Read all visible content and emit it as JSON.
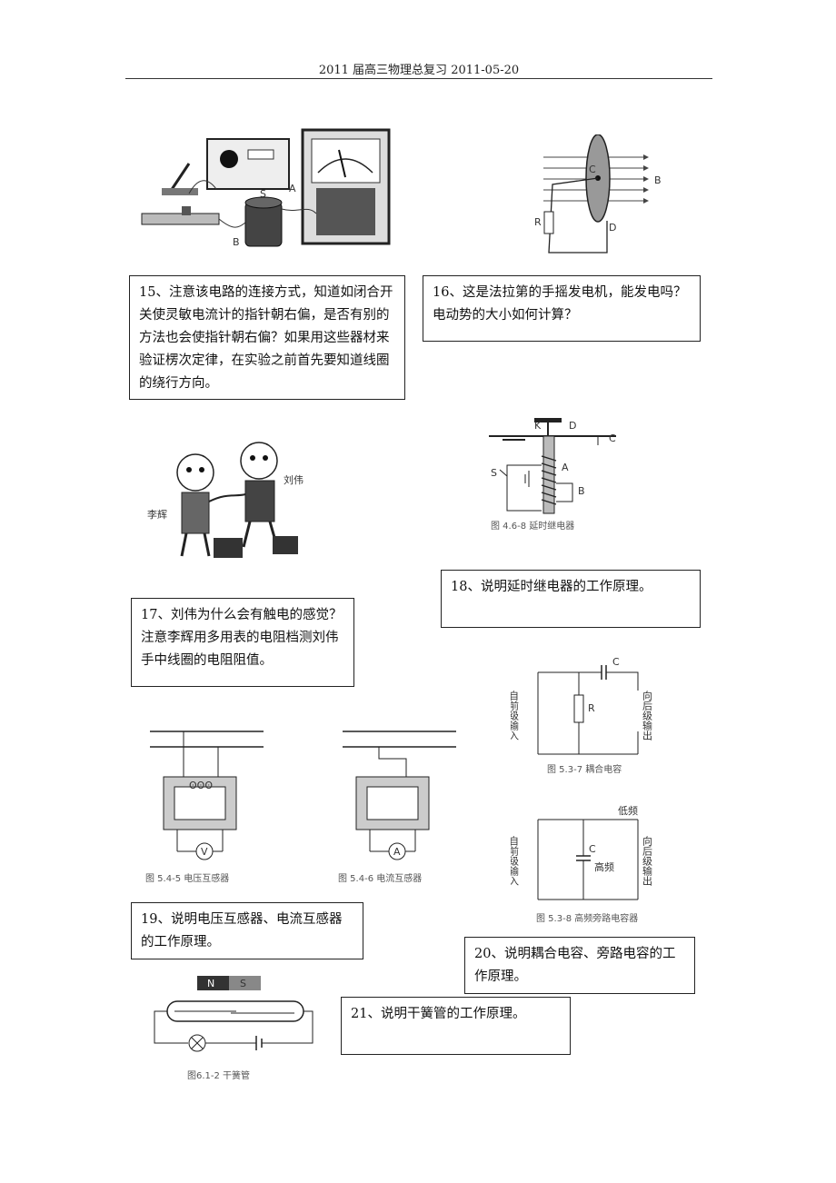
{
  "header": {
    "text": "2011 届高三物理总复习    2011-05-20"
  },
  "questions": {
    "q15": "15、注意该电路的连接方式，知道如闭合开关使灵敏电流计的指针朝右偏，是否有别的方法也会使指针朝右偏？如果用这些器材来验证楞次定律，在实验之前首先要知道线圈的绕行方向。",
    "q16": "16、这是法拉第的手摇发电机，能发电吗？电动势的大小如何计算？",
    "q17": "17、刘伟为什么会有触电的感觉？注意李辉用多用表的电阻档测刘伟手中线圈的电阻阻值。",
    "q18": "18、说明延时继电器的工作原理。",
    "q19": "19、说明电压互感器、电流互感器的工作原理。",
    "q20": "20、说明耦合电容、旁路电容的工作原理。",
    "q21": "21、说明干簧管的工作原理。"
  },
  "figures": {
    "fig15": {
      "labels": {
        "S": "S",
        "A": "A",
        "B": "B"
      }
    },
    "fig16": {
      "labels": {
        "C": "C",
        "D": "D",
        "R": "R",
        "B": "B"
      }
    },
    "fig17": {
      "label_left": "李辉",
      "label_right": "刘伟"
    },
    "fig18": {
      "caption": "图 4.6-8  延时继电器",
      "labels": {
        "K": "K",
        "D": "D",
        "C": "C",
        "S": "S",
        "A": "A",
        "B": "B"
      }
    },
    "fig_coupling": {
      "caption": "图 5.3-7  耦合电容",
      "left": "自前级输入",
      "right": "向后级输出",
      "R": "R",
      "C": "C"
    },
    "fig_vt": {
      "caption": "图 5.4-5  电压互感器",
      "meter": "V"
    },
    "fig_ct": {
      "caption": "图 5.4-6  电流互感器",
      "meter": "A"
    },
    "fig_bypass": {
      "caption": "图 5.3-8  高频旁路电容器",
      "left": "自前级输入",
      "right": "向后级输出",
      "C": "C",
      "low": "低频",
      "high": "高频"
    },
    "fig21": {
      "caption": "图6.1-2  干簧管",
      "N": "N",
      "S": "S"
    }
  }
}
